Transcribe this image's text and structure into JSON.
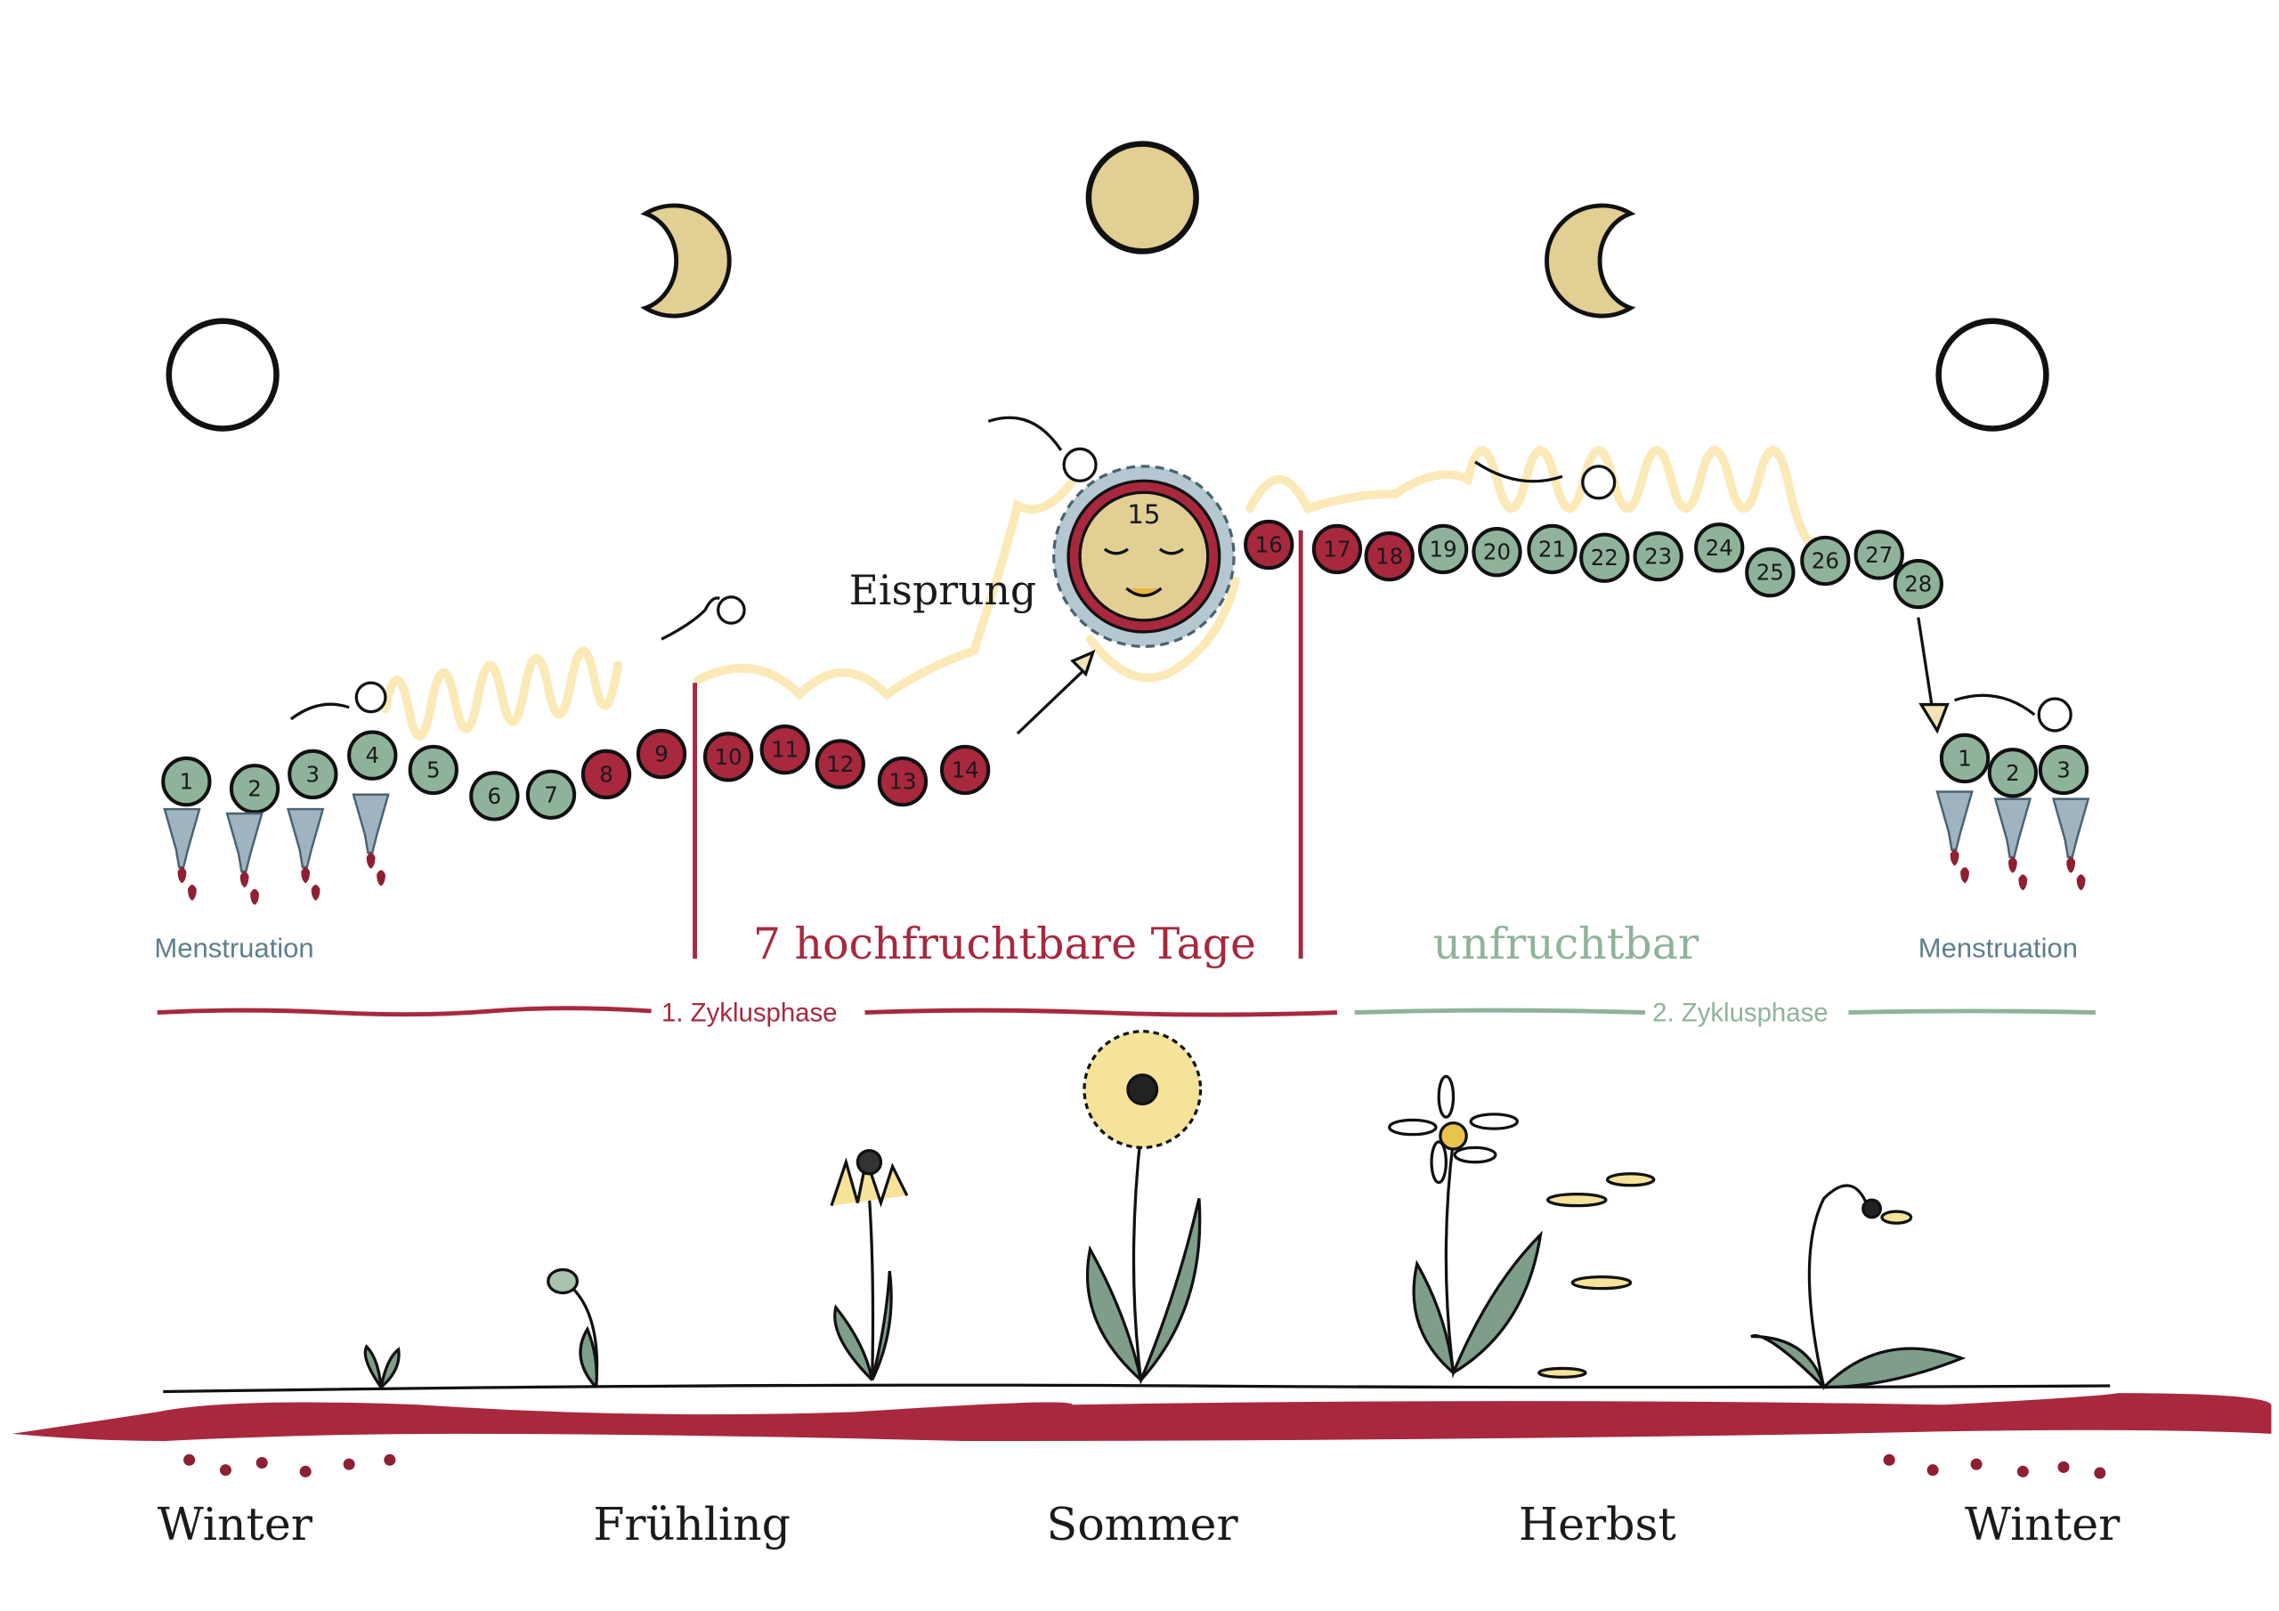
{
  "colors": {
    "fertile": "#a8283e",
    "infertile": "#8fb39a",
    "menstruation_text": "#5d7f8c",
    "moon_gold": "#e2cf94",
    "sperm_path": "#fbeab8",
    "ink": "#1a1a1a"
  },
  "moon_phases": [
    "new-moon",
    "waxing-crescent",
    "full-moon",
    "waning-crescent",
    "new-moon"
  ],
  "cycle": {
    "days": [
      {
        "n": "1",
        "status": "infertile"
      },
      {
        "n": "2",
        "status": "infertile"
      },
      {
        "n": "3",
        "status": "infertile"
      },
      {
        "n": "4",
        "status": "infertile"
      },
      {
        "n": "5",
        "status": "infertile"
      },
      {
        "n": "6",
        "status": "infertile"
      },
      {
        "n": "7",
        "status": "infertile"
      },
      {
        "n": "8",
        "status": "fertile"
      },
      {
        "n": "9",
        "status": "fertile"
      },
      {
        "n": "10",
        "status": "fertile"
      },
      {
        "n": "11",
        "status": "fertile"
      },
      {
        "n": "12",
        "status": "fertile"
      },
      {
        "n": "13",
        "status": "fertile"
      },
      {
        "n": "14",
        "status": "fertile"
      },
      {
        "n": "16",
        "status": "fertile"
      },
      {
        "n": "17",
        "status": "fertile"
      },
      {
        "n": "18",
        "status": "fertile"
      },
      {
        "n": "19",
        "status": "infertile"
      },
      {
        "n": "20",
        "status": "infertile"
      },
      {
        "n": "21",
        "status": "infertile"
      },
      {
        "n": "22",
        "status": "infertile"
      },
      {
        "n": "23",
        "status": "infertile"
      },
      {
        "n": "24",
        "status": "infertile"
      },
      {
        "n": "25",
        "status": "infertile"
      },
      {
        "n": "26",
        "status": "infertile"
      },
      {
        "n": "27",
        "status": "infertile"
      },
      {
        "n": "28",
        "status": "infertile"
      },
      {
        "n": "1",
        "status": "infertile"
      },
      {
        "n": "2",
        "status": "infertile"
      },
      {
        "n": "3",
        "status": "infertile"
      }
    ],
    "ovulation_day": "15"
  },
  "labels": {
    "ovulation": "Eisprung",
    "fertile_days": "7 hochfruchtbare Tage",
    "infertile": "unfruchtbar",
    "menstruation_left": "Menstruation",
    "menstruation_right": "Menstruation",
    "phase1": "1. Zyklusphase",
    "phase2": "2. Zyklusphase"
  },
  "seasons": [
    "Winter",
    "Frühling",
    "Sommer",
    "Herbst",
    "Winter"
  ]
}
